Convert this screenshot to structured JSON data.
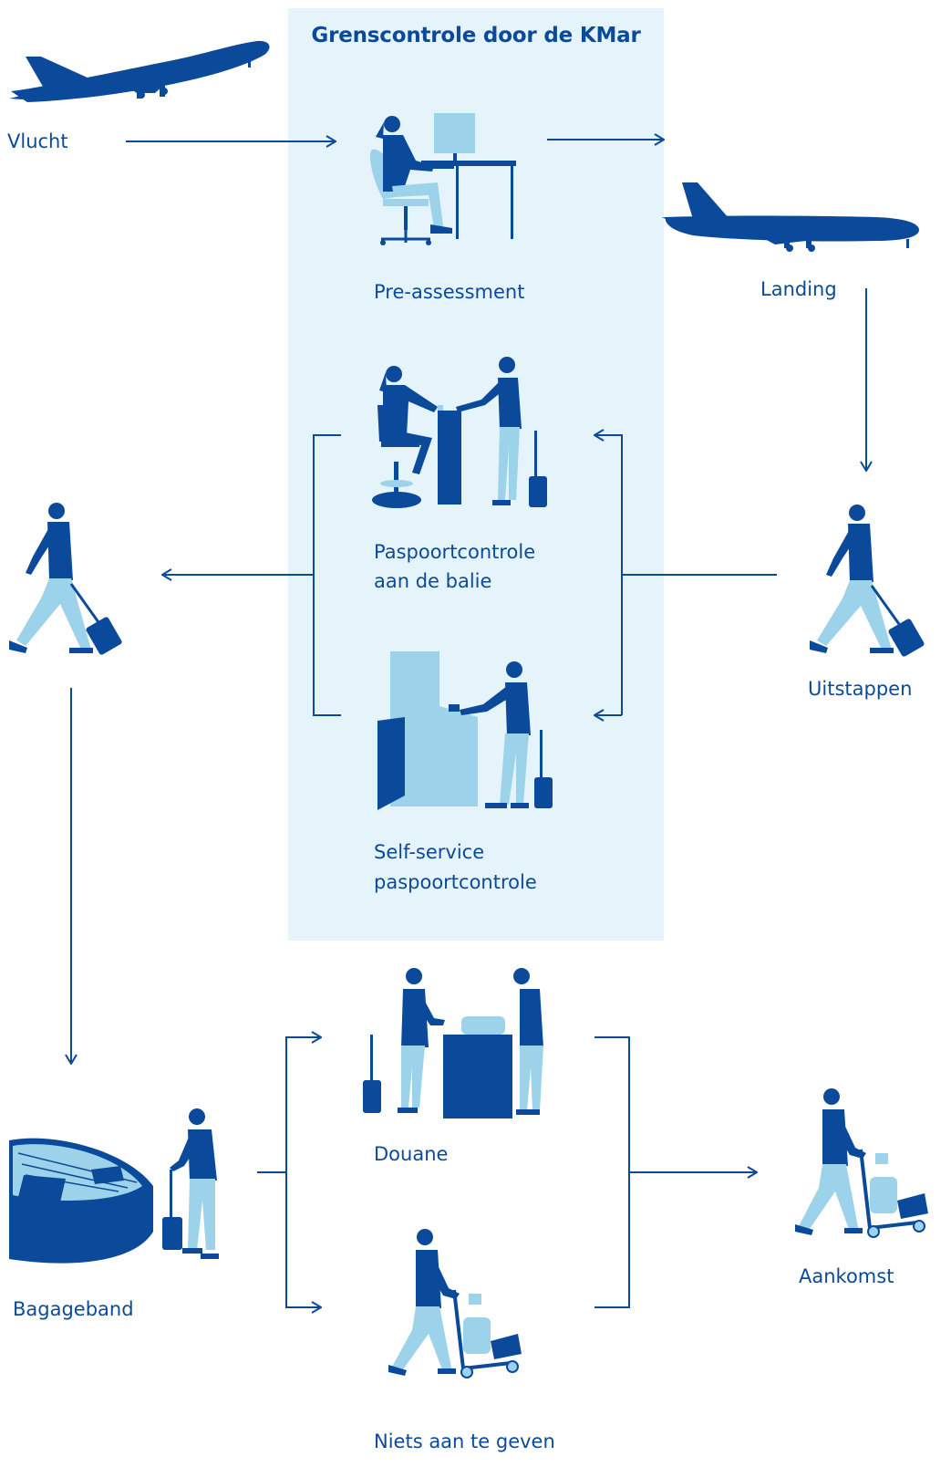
{
  "title": "Grenscontrole door de KMar",
  "colors": {
    "dark": "#0b4a9b",
    "light": "#9dd3ea",
    "panel": "#e5f3fa"
  },
  "stations": {
    "vlucht": "Vlucht",
    "pre_assessment": "Pre-assessment",
    "landing": "Landing",
    "paspoortcontrole_line1": "Paspoortcontrole",
    "paspoortcontrole_line2": "aan de balie",
    "uitstappen": "Uitstappen",
    "self_service_line1": "Self-service",
    "self_service_line2": "paspoortcontrole",
    "bagageband": "Bagageband",
    "douane": "Douane",
    "niets": "Niets aan te geven",
    "aankomst": "Aankomst"
  }
}
